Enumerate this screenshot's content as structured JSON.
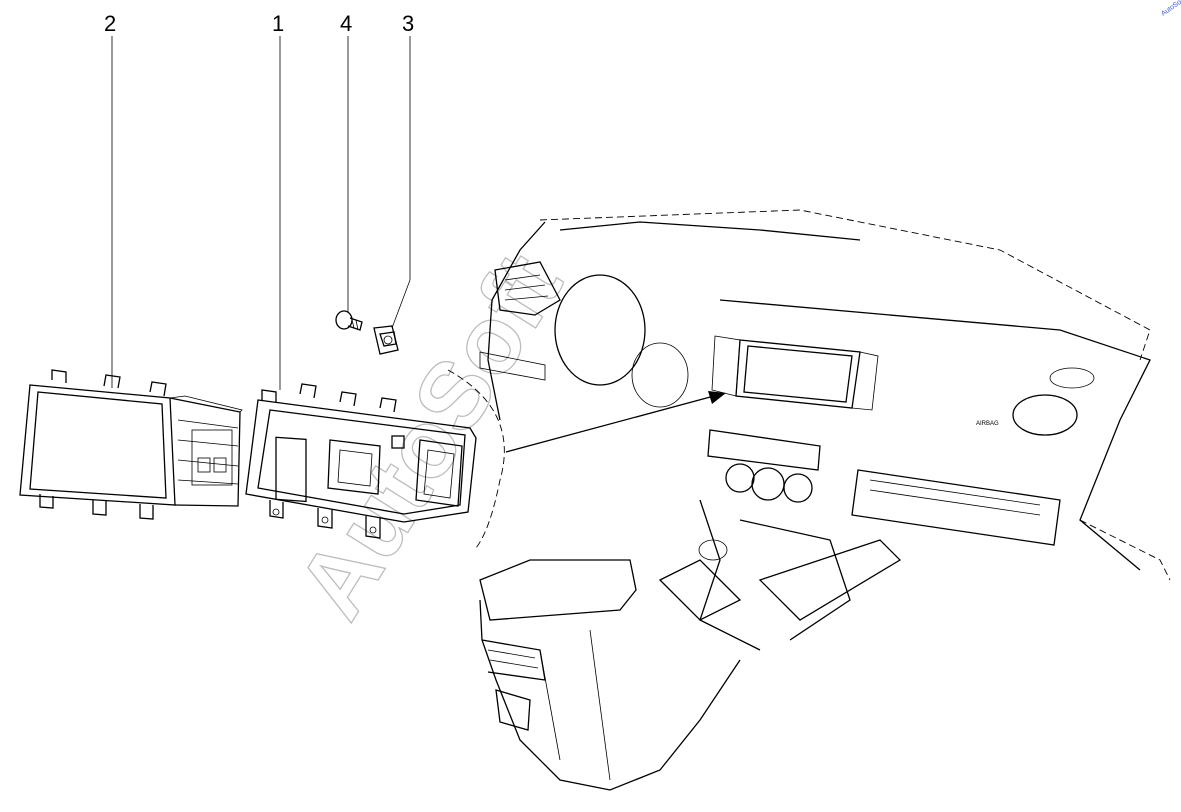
{
  "callouts": [
    {
      "number": "2"
    },
    {
      "number": "1"
    },
    {
      "number": "4"
    },
    {
      "number": "3"
    }
  ],
  "watermark": {
    "text": "AutoSoft",
    "corner_text": "AutoSoft"
  },
  "dash_badge_text": "AIRBAG"
}
